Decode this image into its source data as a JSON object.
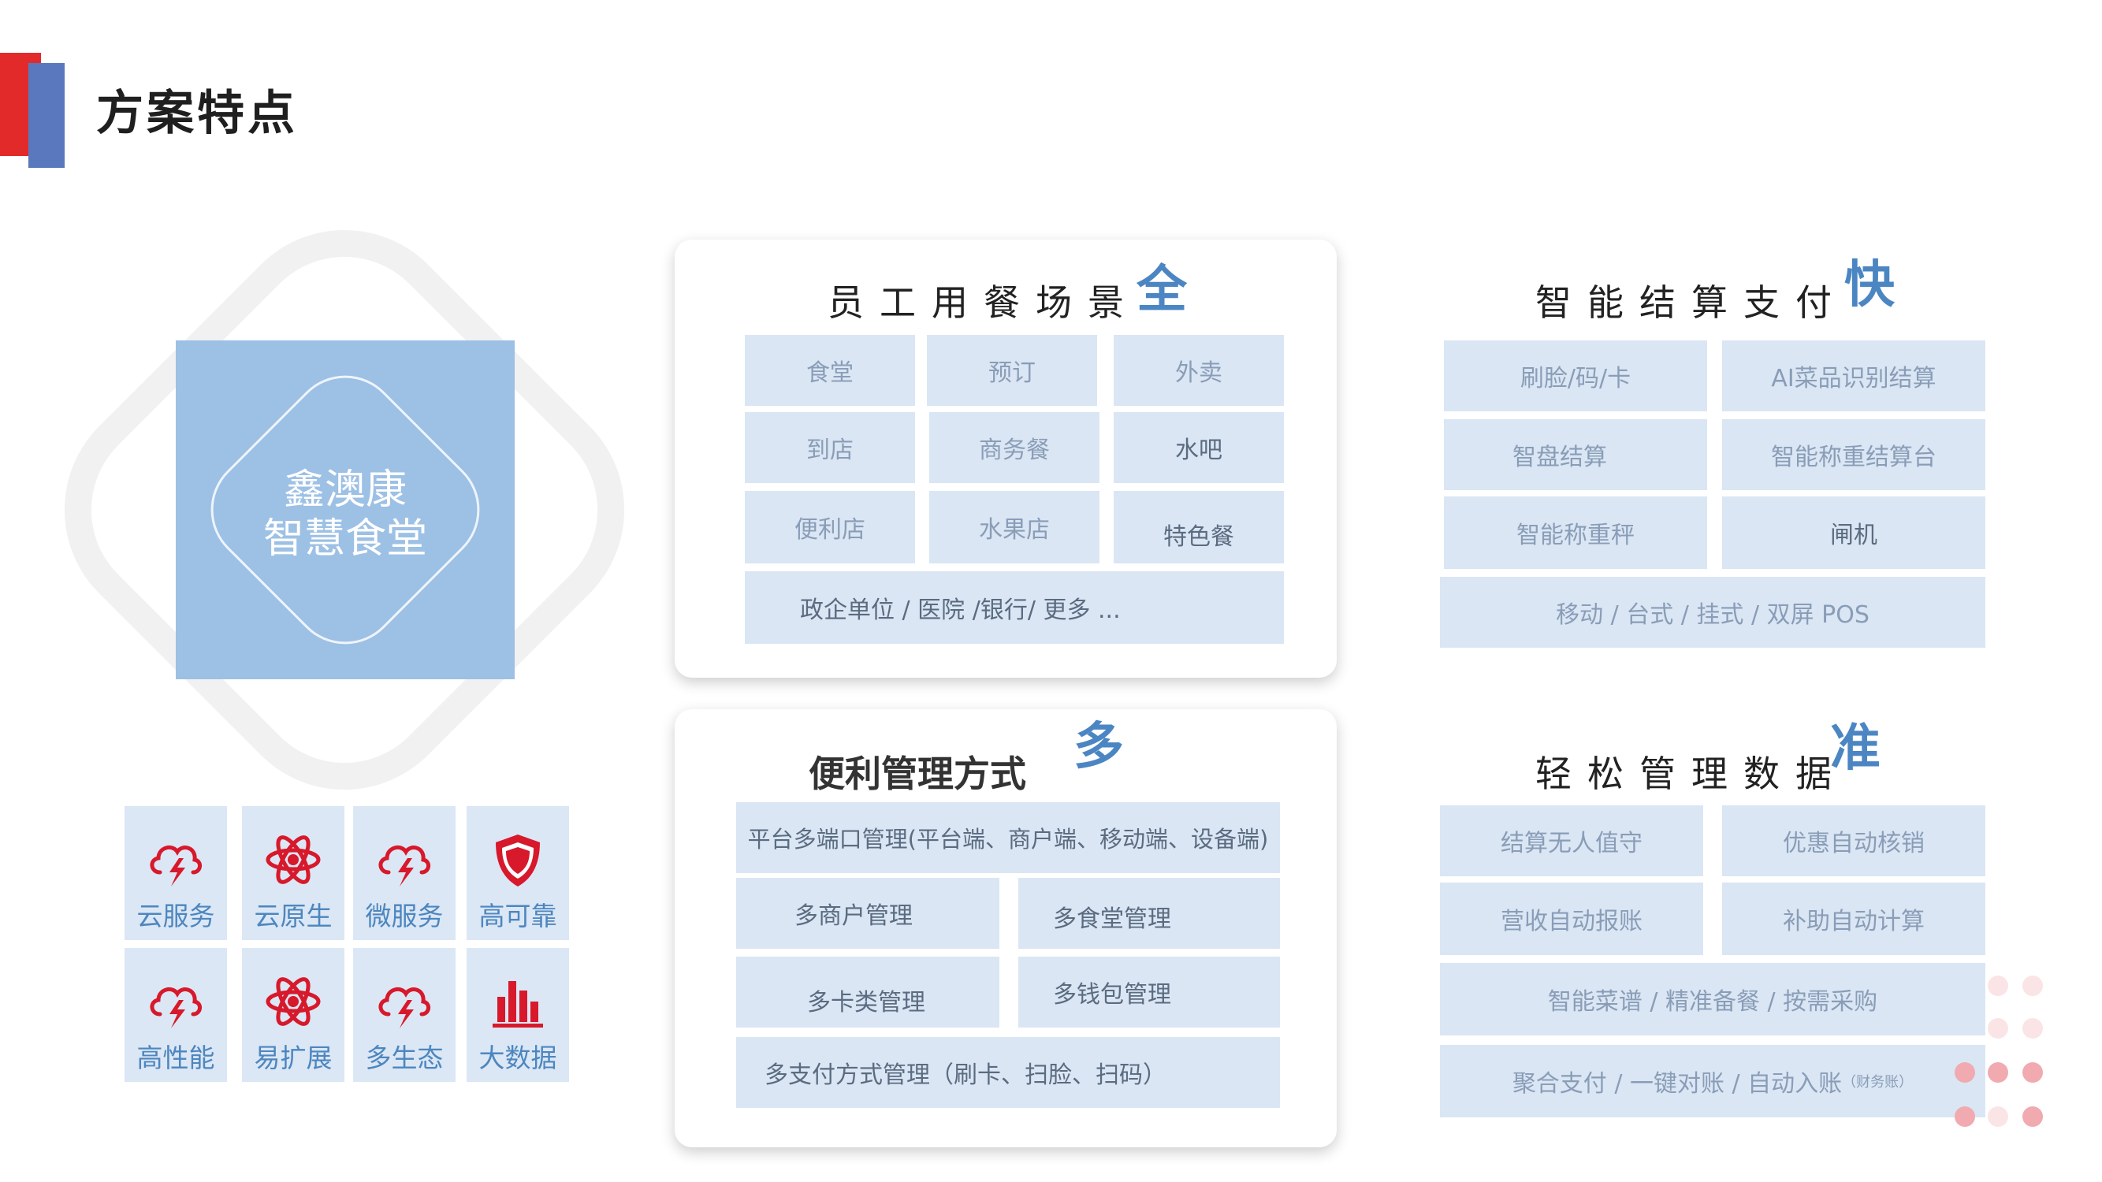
{
  "page": {
    "title": "方案特点"
  },
  "logo": {
    "line1": "鑫澳康",
    "line2": "智慧食堂"
  },
  "features": [
    {
      "label": "云服务",
      "icon": "cloud-lightning-icon"
    },
    {
      "label": "云原生",
      "icon": "atom-icon"
    },
    {
      "label": "微服务",
      "icon": "cloud-lightning-icon"
    },
    {
      "label": "高可靠",
      "icon": "shield-icon"
    },
    {
      "label": "高性能",
      "icon": "cloud-lightning-icon"
    },
    {
      "label": "易扩展",
      "icon": "atom-icon"
    },
    {
      "label": "多生态",
      "icon": "cloud-lightning-icon"
    },
    {
      "label": "大数据",
      "icon": "bar-chart-icon"
    }
  ],
  "colors": {
    "accent_red": "#e32a2a",
    "accent_blue": "#5a78bd",
    "icon_red": "#d7192b",
    "cell_bg": "#dae6f4",
    "keyword_blue": "#4b86c3"
  },
  "sections": {
    "dining": {
      "title": "员工用餐场景",
      "keyword": "全",
      "items": [
        "食堂",
        "预订",
        "外卖",
        "到店",
        "商务餐",
        "水吧",
        "便利店",
        "水果店",
        "特色餐"
      ],
      "footer": "政企单位 / 医院 /银行/ 更多 ..."
    },
    "payment": {
      "title": "智能结算支付",
      "keyword": "快",
      "items": [
        "刷脸/码/卡",
        "AI菜品识别结算",
        "智盘结算",
        "智能称重结算台",
        "智能称重秤",
        "闸机"
      ],
      "footer": "移动 / 台式 / 挂式 / 双屏 POS"
    },
    "management": {
      "title": "便利管理方式",
      "keyword": "多",
      "top": "平台多端口管理(平台端、商户端、移动端、设备端)",
      "items": [
        "多商户管理",
        "多食堂管理",
        "多卡类管理",
        "多钱包管理"
      ],
      "footer": "多支付方式管理（刷卡、扫脸、扫码）"
    },
    "data": {
      "title": "轻松管理数据",
      "keyword": "准",
      "items": [
        "结算无人值守",
        "优惠自动核销",
        "营收自动报账",
        "补助自动计算"
      ],
      "row3": "智能菜谱 / 精准备餐 / 按需采购",
      "row4": "聚合支付 / 一键对账 / 自动入账",
      "row4_small": "（财务账）"
    }
  }
}
